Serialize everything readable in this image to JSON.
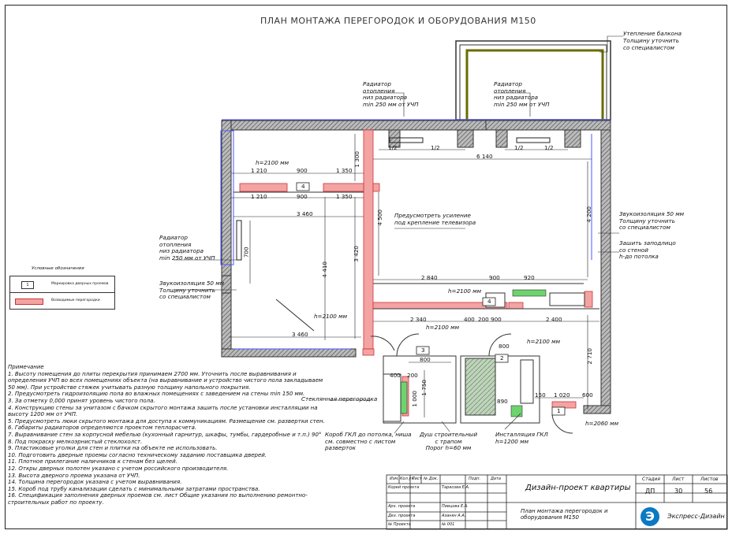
{
  "title": "ПЛАН МОНТАЖА ПЕРЕГОРОДОК И ОБОРУДОВАНИЯ М150",
  "callouts": {
    "balcony_insulation": [
      "Утепление балкона",
      "Толщину уточнить",
      "со специалистом"
    ],
    "radiator_center": [
      "Радиатор",
      "отопления",
      "низ радиатора",
      "min 250 мм от УЧП"
    ],
    "radiator_right": [
      "Радиатор",
      "отопления",
      "низ радиатора",
      "min 250 мм от УЧП"
    ],
    "radiator_left": [
      "Радиатор",
      "отопления",
      "низ радиатора",
      "min 250 мм от УЧП"
    ],
    "tv_reinforce": [
      "Предусмотреть усиление",
      "под крепление телевизора"
    ],
    "soundproof_right": [
      "Звукоизоляция 50 мм",
      "Толщину уточнить",
      "со специалистом"
    ],
    "soundproof_left": [
      "Звукоизоляция 50 мм",
      "Толщину уточнить",
      "со специалистом"
    ],
    "sew_niche": [
      "Зашить заподлицо",
      "со стеной",
      "h-до потолка"
    ],
    "glass_partition": "Стеклянная перегородка",
    "gkl_box": [
      "Короб ГКЛ до потолка, ниша",
      "см. совместно с листом",
      "разверток"
    ],
    "shower": [
      "Душ строительный",
      "с трапом",
      "Порог h=60 мм"
    ],
    "gkl_install": [
      "Инсталляция ГКЛ",
      "h=1200 мм"
    ]
  },
  "heights": {
    "h1": "h=2100 мм",
    "h2": "h=2100 мм",
    "h3": "h=2100 мм",
    "h4": "h=2100 мм",
    "h5": "h=2100 мм",
    "h6": "h=2060 мм"
  },
  "dims": {
    "d1210a": "1 210",
    "d900a": "900",
    "d1350a": "1 350",
    "d1210b": "1 210",
    "d900b": "900",
    "d1350b": "1 350",
    "d3460a": "3 460",
    "d6140": "6 140",
    "d1300": "1 300",
    "d4500": "4 500",
    "d3420": "3 420",
    "d4410": "4 410",
    "d4200": "4 200",
    "d2840": "2 840",
    "d900c": "900",
    "d920": "920",
    "d2340": "2 340",
    "d400": "400",
    "d200": "200",
    "d900d": "900",
    "d2400": "2 400",
    "d3460b": "3 460",
    "d2710": "2 710",
    "d1020": "1 020",
    "d600": "600",
    "d800a": "800",
    "d800b": "800",
    "d1750": "1 750",
    "d890": "890",
    "d400b": "400",
    "d200b": "200",
    "d1000": "1 000",
    "half1": "1/2",
    "half2": "1/2",
    "half3": "1/2",
    "half4": "1/2",
    "d150a": "150",
    "d700": "700"
  },
  "door_tags": [
    "4",
    "4",
    "3",
    "2",
    "1"
  ],
  "legend": {
    "caption": "Условные обозначения",
    "rows": [
      {
        "symbol": "1",
        "label": "Маркировка дверных проемов"
      },
      {
        "symbol": "",
        "label": "Возводимые перегородки"
      }
    ]
  },
  "notes_title": "Примечание",
  "notes": [
    "1. Высоту помещения до плиты перекрытия принимаем 2700 мм. Уточнить после выравнивания и определения УЧП во всех помещениях объекта (на выравнивание и устройство чистого пола закладываем 50 мм). При устройстве стяжек учитывать разную толщину напольного покрытия.",
    "2. Предусмотреть гидроизоляцию пола во влажных помещениях с заведением на стены min 150 мм.",
    "3. За отметку 0,000 принят уровень чистого пола.",
    "4. Конструкцию стены за унитазом с бачком скрытого монтажа зашить после установки инсталляции на высоту 1200 мм от УЧП.",
    "5. Предусмотреть люки скрытого монтажа для доступа к коммуникациям. Размещение см. развертки стен.",
    "6. Габариты радиаторов определяются проектом теплорасчета.",
    "7. Выравнивание стен за корпусной мебелью (кухонный гарнитур, шкафы, тумбы, гардеробные и т.п.) 90°",
    "8. Под покраску мелкоэрнистый стеклохолст.",
    "9. Пластиковые уголки для стен и плитки на объекте не использовать.",
    "10. Подготовить дверные проемы согласно техническому заданию поставщика дверей.",
    "11. Плотное прилегание наличников к стенам без щелей.",
    "12. Откры дверных полотен указано с учетом российского производителя.",
    "13. Высота дверного проема указана от УЧП.",
    "14. Толщина перегородок указана с учетом выравнивания.",
    "15. Короб под трубу канализации сделать с минимальными затратами пространства.",
    "16. Спецификация заполнения дверных проемов см. лист Общие указания по выполнению ремонтно-строительных работ по проекту."
  ],
  "stamp": {
    "headers": [
      "Изм.",
      "Кол.уч",
      "Лист",
      "№ Док.",
      "Подп.",
      "Дата"
    ],
    "roles": [
      {
        "role": "Корей проекта",
        "name": "Тарасова Е.А."
      },
      {
        "role": "Арх. проекта",
        "name": "Пивцова Е.А."
      },
      {
        "role": "Дез. проекта",
        "name": "Азанян А.А."
      },
      {
        "role": "№ Проекта",
        "name": "№ 001"
      }
    ],
    "project": "Дизайн-проект квартиры",
    "sheet_title": "План монтажа перегородок и оборудования М150",
    "col_stage": "Стадия",
    "col_sheet": "Лист",
    "col_sheets": "Листов",
    "stage": "ДП",
    "sheet": "30",
    "sheets": "56",
    "company": "Экспресс-Дизайн",
    "logo_char": "Э"
  },
  "colors": {
    "partition": "#f4a3a3",
    "wall": "#555555",
    "balcony": "#6b6b00",
    "blue": "#4b55ff",
    "green": "#6dd36d"
  }
}
